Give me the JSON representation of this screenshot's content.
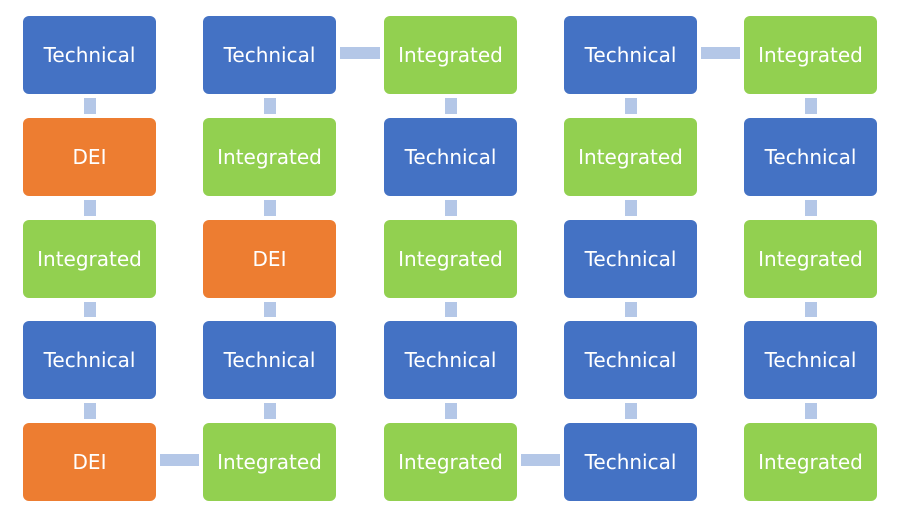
{
  "colors": {
    "technical": "#4472c4",
    "dei": "#ed7d31",
    "integrated": "#92d050",
    "connector": "#b4c7e7"
  },
  "labels": {
    "technical": "Technical",
    "dei": "DEI",
    "integrated": "Integrated"
  },
  "columns": [
    {
      "nodes": [
        "technical",
        "dei",
        "integrated",
        "technical",
        "dei"
      ]
    },
    {
      "nodes": [
        "technical",
        "integrated",
        "dei",
        "technical",
        "integrated"
      ]
    },
    {
      "nodes": [
        "integrated",
        "technical",
        "integrated",
        "technical",
        "integrated"
      ]
    },
    {
      "nodes": [
        "technical",
        "integrated",
        "technical",
        "technical",
        "technical"
      ]
    },
    {
      "nodes": [
        "integrated",
        "technical",
        "integrated",
        "technical",
        "integrated"
      ]
    }
  ],
  "links": [
    {
      "from": [
        0,
        4
      ],
      "to": [
        1,
        4
      ]
    },
    {
      "from": [
        1,
        0
      ],
      "to": [
        2,
        0
      ]
    },
    {
      "from": [
        2,
        4
      ],
      "to": [
        3,
        4
      ]
    },
    {
      "from": [
        3,
        0
      ],
      "to": [
        4,
        0
      ]
    }
  ]
}
